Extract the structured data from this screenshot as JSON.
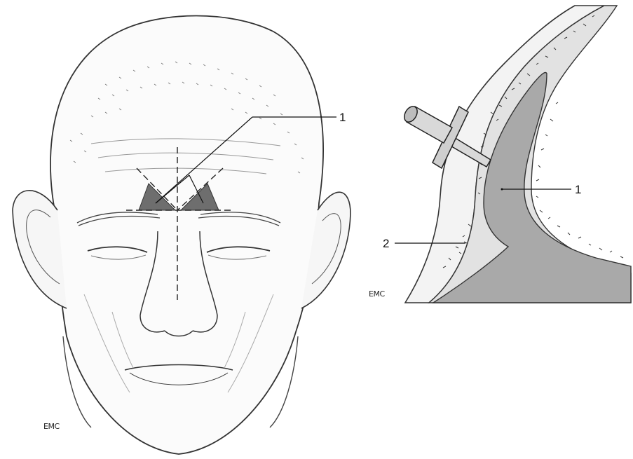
{
  "figure": {
    "left_panel": {
      "callout_1": "1",
      "signature": "EMC"
    },
    "right_panel": {
      "callout_1": "1",
      "callout_2": "2",
      "signature": "EMC"
    }
  },
  "colors": {
    "ink": "#222222",
    "sinus_fill": "#a9a9a9",
    "flap_fill": "#6e6e6e",
    "bone_marrow": "#e2e2e2",
    "paper": "#ffffff"
  }
}
